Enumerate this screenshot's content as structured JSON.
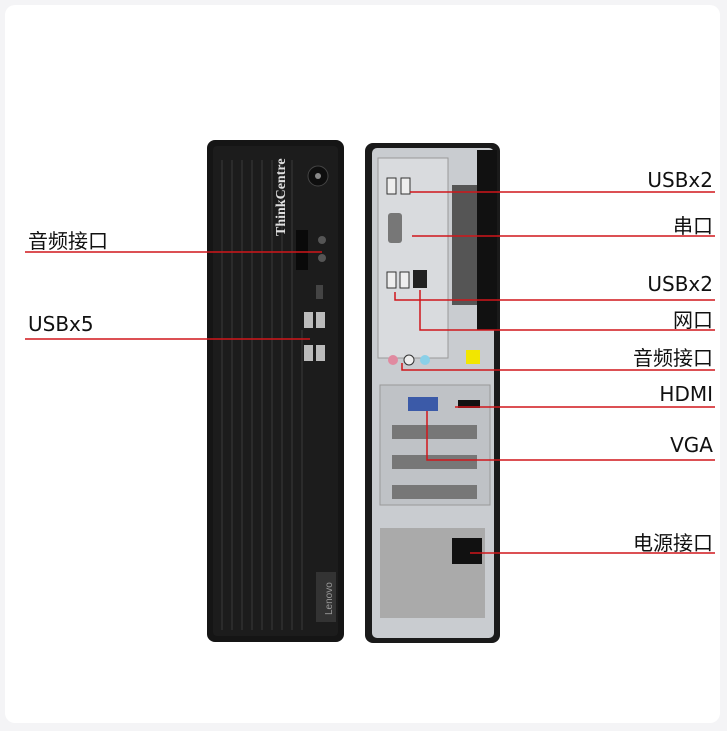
{
  "brand": {
    "series": "ThinkCentre",
    "maker": "Lenovo"
  },
  "colors": {
    "callout_line": "#d0161b",
    "case": "#141414",
    "panel": "#c9ccd0"
  },
  "front_labels": [
    {
      "text": "音频接口"
    },
    {
      "text": "USBx5"
    }
  ],
  "rear_labels": [
    {
      "text": "USBx2"
    },
    {
      "text": "串口"
    },
    {
      "text": "USBx2"
    },
    {
      "text": "网口"
    },
    {
      "text": "音频接口"
    },
    {
      "text": "HDMI"
    },
    {
      "text": "VGA"
    },
    {
      "text": "电源接口"
    }
  ]
}
